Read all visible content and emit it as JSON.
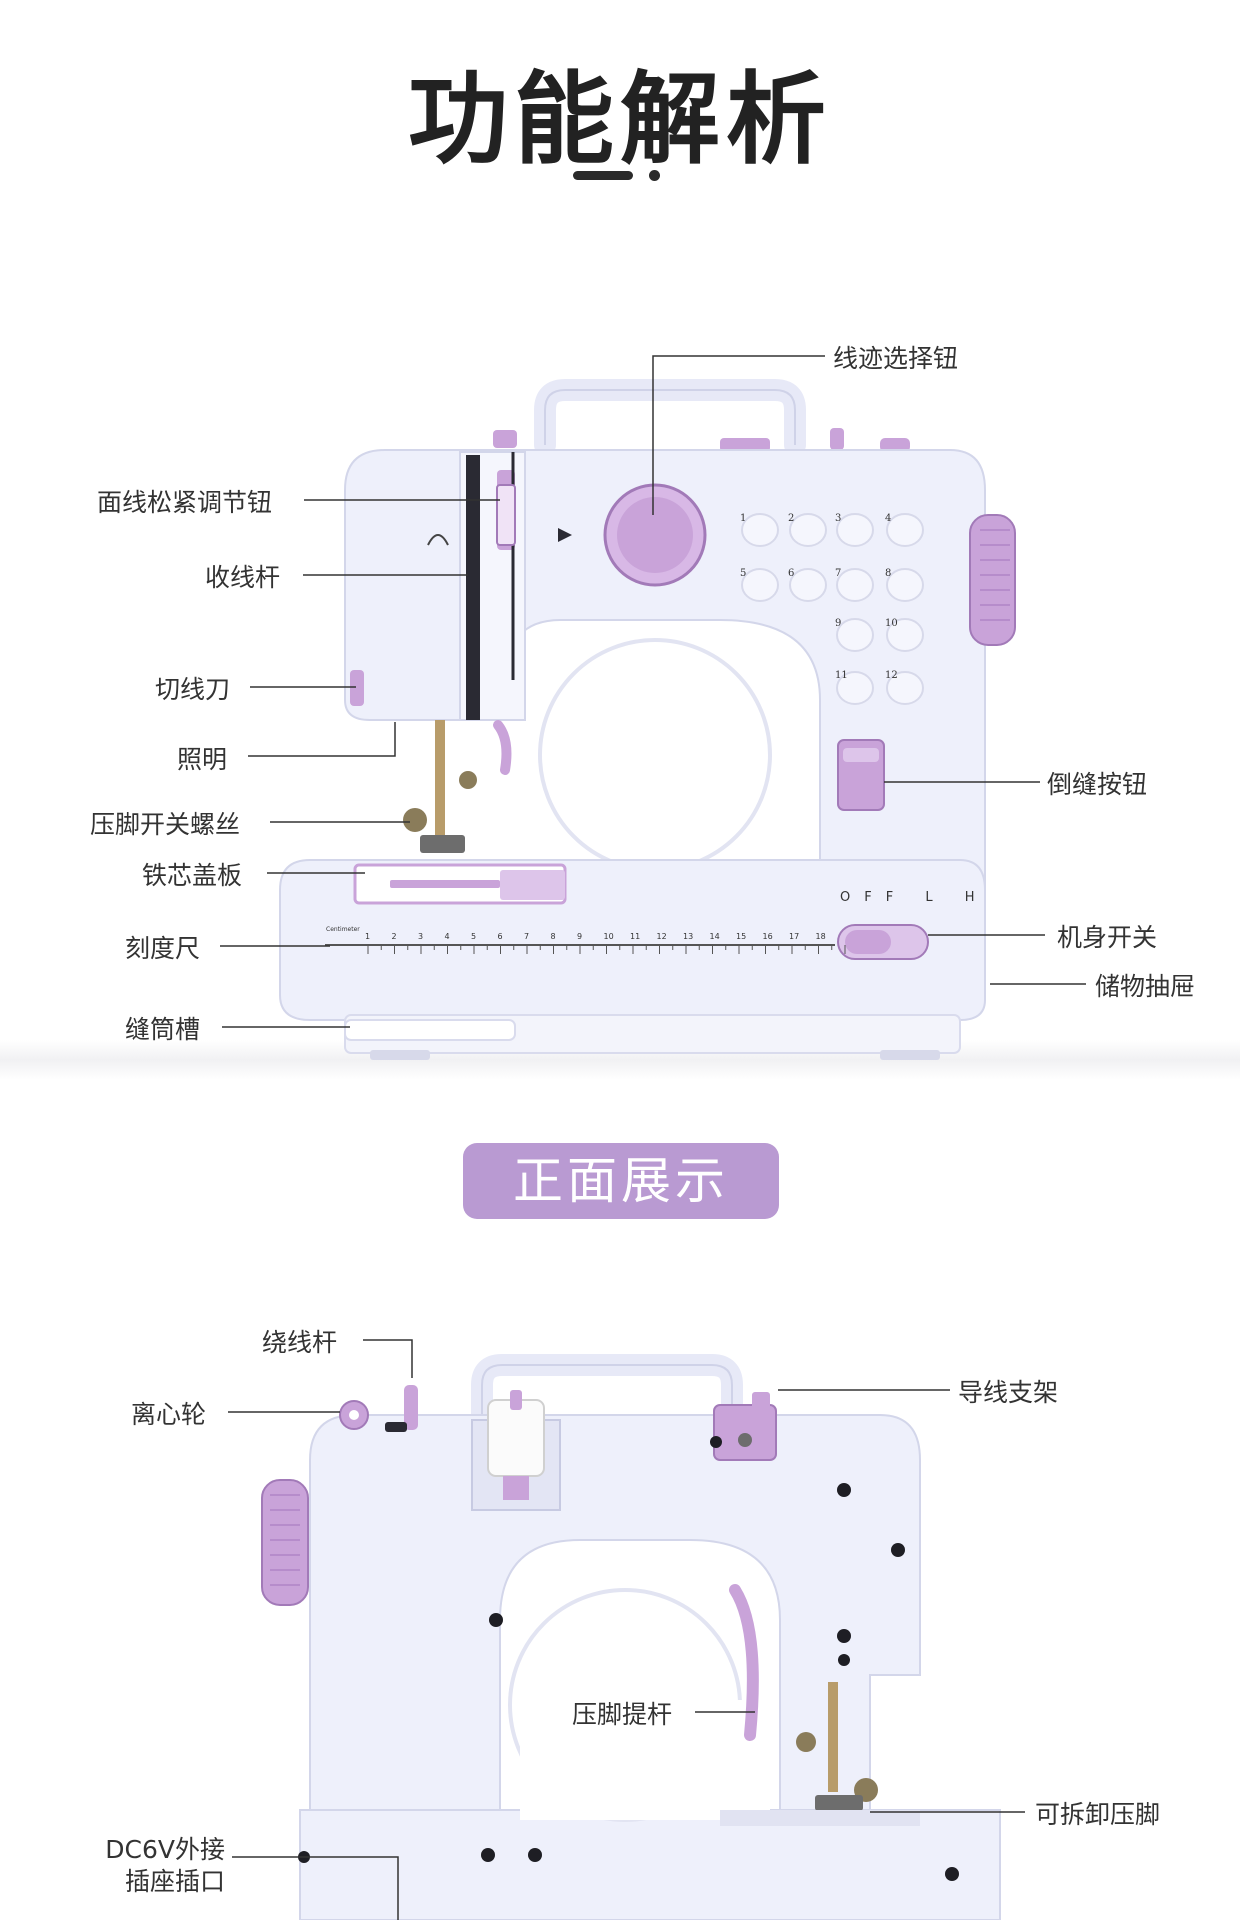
{
  "title": "功能解析",
  "banner": "正面展示",
  "colors": {
    "accent": "#b99ad2",
    "machine_body": "#eef0fb",
    "machine_lilac": "#c9a3d9",
    "text": "#333333"
  },
  "front_labels": {
    "stitch_selector": "线迹选择钮",
    "tension_knob": "面线松紧调节钮",
    "take_up_lever": "收线杆",
    "thread_cutter": "切线刀",
    "light": "照明",
    "presser_screw": "压脚开关螺丝",
    "needle_plate": "铁芯盖板",
    "ruler": "刻度尺",
    "bobbin_slot": "缝筒槽",
    "reverse_button": "倒缝按钮",
    "power_switch": "机身开关",
    "storage_drawer": "储物抽屉"
  },
  "back_labels": {
    "winder_spindle": "绕线杆",
    "flywheel_stopper": "离心轮",
    "thread_guide": "导线支架",
    "presser_lever": "压脚提杆",
    "removable_foot": "可拆卸压脚",
    "dc_jack_line1": "DC6V外接",
    "dc_jack_line2": "插座插口"
  },
  "machine_printing": {
    "switch_labels": [
      "OFF",
      "L",
      "H"
    ],
    "stitch_numbers": [
      "1",
      "2",
      "3",
      "4",
      "5",
      "6",
      "7",
      "8",
      "9",
      "10",
      "11",
      "12"
    ],
    "ruler_word": "Centimeter",
    "ruler_numbers": [
      "1",
      "2",
      "3",
      "4",
      "5",
      "6",
      "7",
      "8",
      "9",
      "10",
      "11",
      "12",
      "13",
      "14",
      "15",
      "16",
      "17",
      "18"
    ]
  }
}
